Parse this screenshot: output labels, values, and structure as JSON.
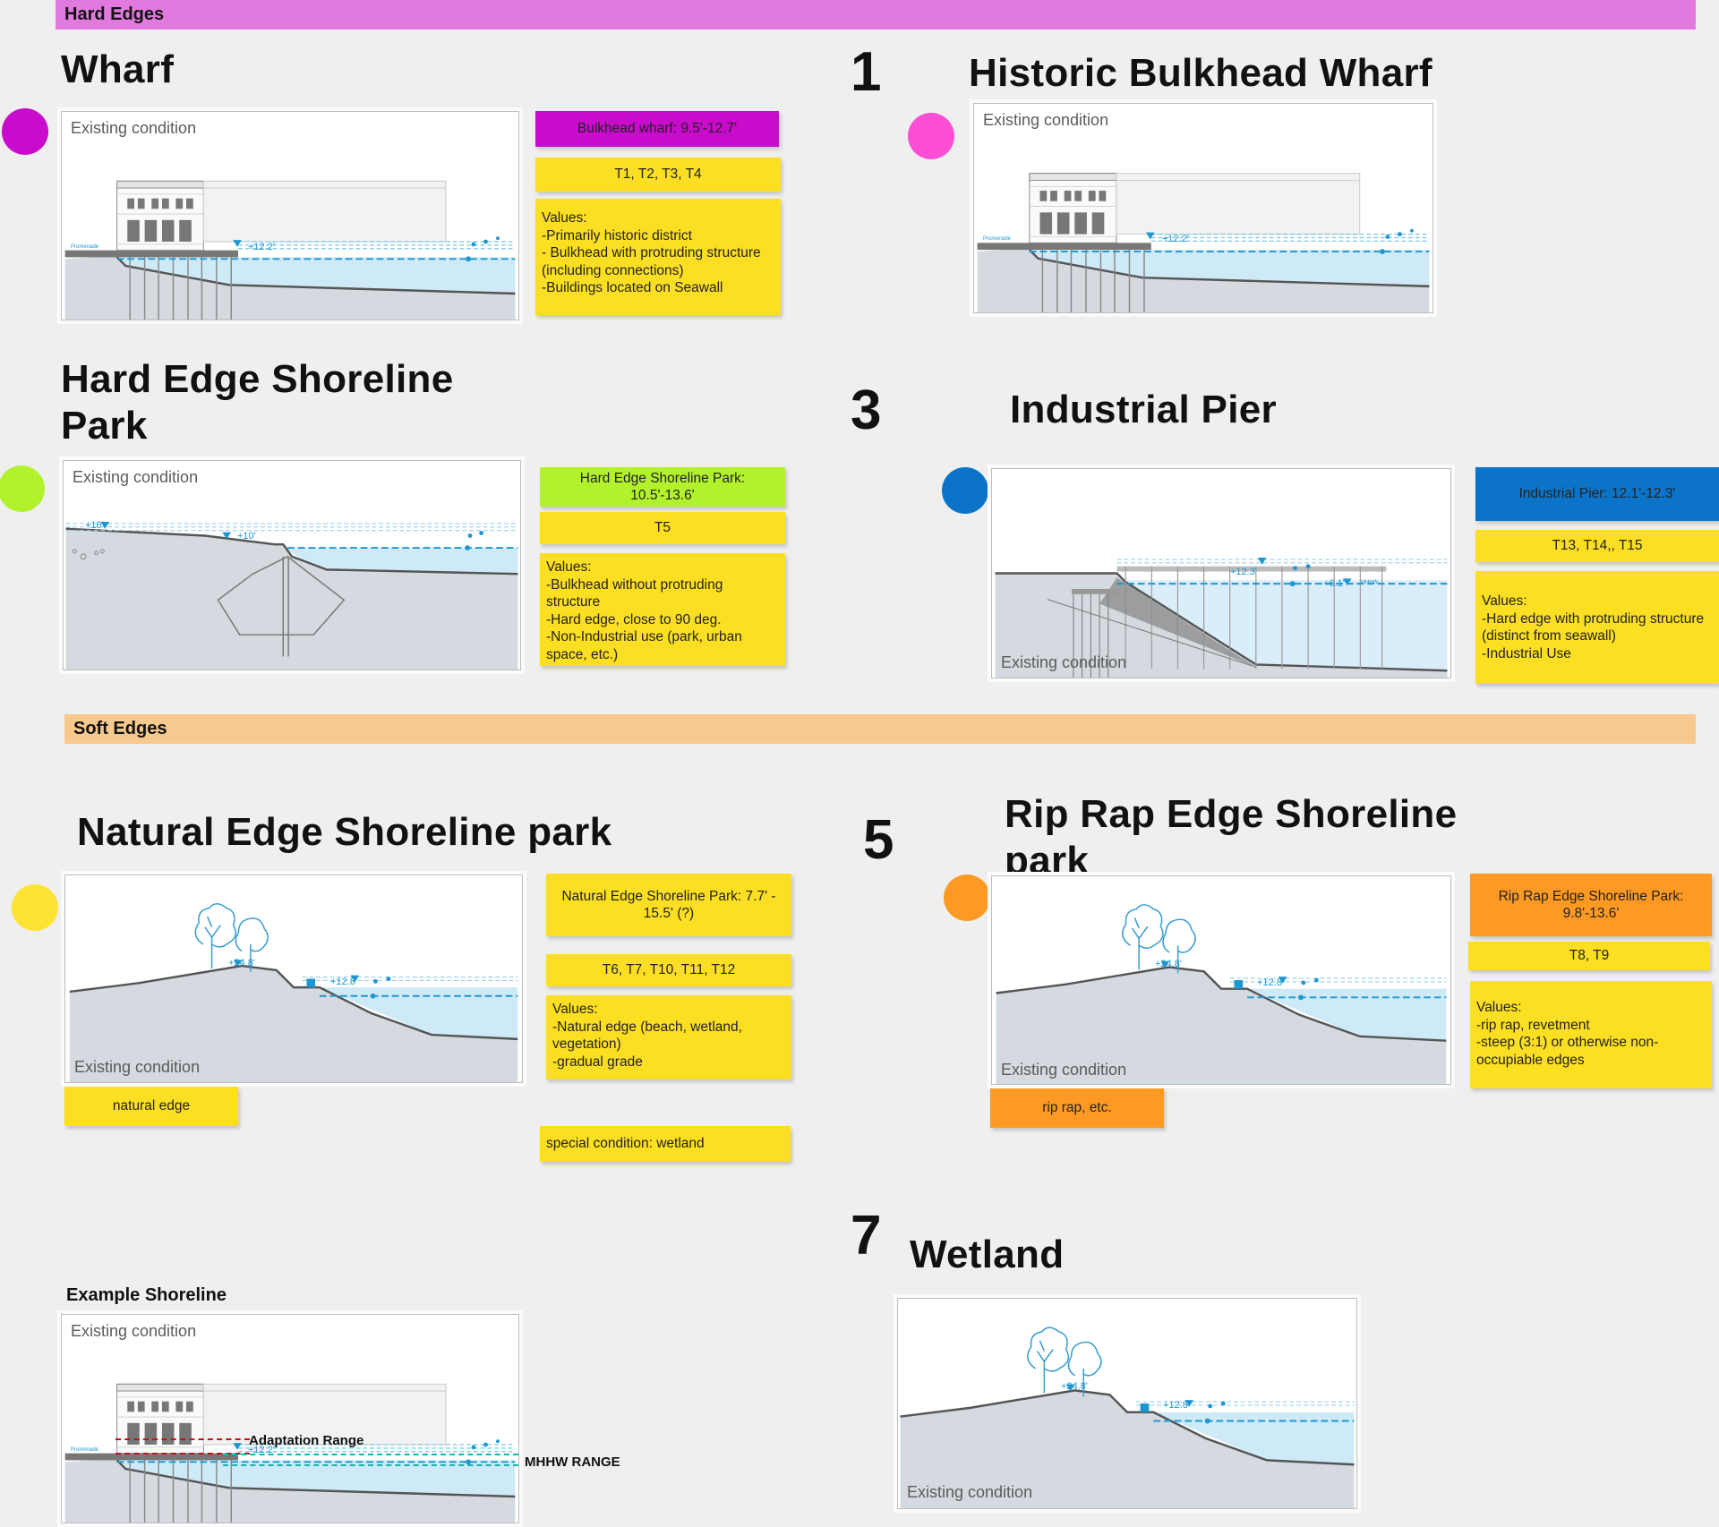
{
  "colors": {
    "hard_band": "#e07adf",
    "soft_band": "#f7c98e",
    "note_yellow": "#fcdf22",
    "water": "#d4eefa",
    "ground": "#d4dadf",
    "accent_blue": "#1e97d1"
  },
  "bands": {
    "hard": "Hard Edges",
    "soft": "Soft Edges"
  },
  "sections": {
    "wharf": {
      "title": "Wharf",
      "panel_label": "Existing condition",
      "dot_color": "#c90bcb",
      "notes": {
        "name": "Bulkhead wharf: 9.5'-12.7'",
        "types": "T1, T2, T3, T4",
        "values": [
          "Values:",
          "-Primarily historic district",
          "- Bulkhead with protruding structure (including connections)",
          "-Buildings located on Seawall"
        ]
      },
      "elev": "+12.2'",
      "small": "Promenade"
    },
    "historic": {
      "number": "1",
      "title": "Historic Bulkhead Wharf",
      "panel_label": "Existing condition",
      "dot_color": "#fd4fd6",
      "elev": "+12.2'",
      "small": "Promenade"
    },
    "hardedge": {
      "title_line1": "Hard Edge Shoreline",
      "title_line2": "Park",
      "panel_label": "Existing condition",
      "dot_color": "#b2f22c",
      "notes": {
        "name": "Hard Edge Shoreline Park: 10.5'-13.6'",
        "types": "T5",
        "values": [
          "Values:",
          "-Bulkhead without protruding structure",
          "-Hard edge, close to 90 deg.",
          "-Non-Industrial use (park, urban space, etc.)"
        ]
      },
      "elev1": "+16'",
      "elev2": "+10'"
    },
    "industrial": {
      "number": "3",
      "title": "Industrial Pier",
      "panel_label": "Existing condition",
      "dot_color": "#0b74c8",
      "notes": {
        "name": "Industrial Pier: 12.1'-12.3'",
        "types": "T13, T14,, T15",
        "values": [
          "Values:",
          "-Hard edge with protruding structure (distinct from seawall)",
          "-Industrial Use"
        ]
      },
      "elev1": "+12.3'",
      "elev2": "+6.1'",
      "mhhw": "MHHW"
    },
    "natural": {
      "title": "Natural Edge Shoreline park",
      "panel_label": "Existing condition",
      "dot_color": "#fde334",
      "notes": {
        "name": "Natural Edge Shoreline Park: 7.7' - 15.5' (?)",
        "types": "T6, T7, T10, T11, T12",
        "values": [
          "Values:",
          "-Natural edge (beach, wetland, vegetation)",
          "-gradual grade"
        ],
        "edge": "natural edge",
        "special": "special condition: wetland"
      },
      "elev1": "+24.8'",
      "elev2": "+12.8'"
    },
    "riprap": {
      "number": "5",
      "title_line1": "Rip Rap Edge Shoreline",
      "title_line2": "park",
      "panel_label": "Existing condition",
      "dot_color": "#fe9a23",
      "notes": {
        "name": "Rip Rap Edge Shoreline Park: 9.8'-13.6'",
        "types": "T8, T9",
        "values": [
          "Values:",
          "-rip rap, revetment",
          "-steep (3:1) or otherwise non-occupiable edges"
        ],
        "edge": "rip rap, etc."
      },
      "elev1": "+24.8'",
      "elev2": "+12.8'"
    },
    "example": {
      "title": "Example Shoreline",
      "panel_label": "Existing condition",
      "adaptation": "Adaptation Range",
      "mhhw": "MHHW RANGE",
      "elev": "+12.2'",
      "small": "Promenade"
    },
    "wetland": {
      "number": "7",
      "title": "Wetland",
      "panel_label": "Existing condition",
      "elev1": "+24.8'",
      "elev2": "+12.8'"
    }
  }
}
